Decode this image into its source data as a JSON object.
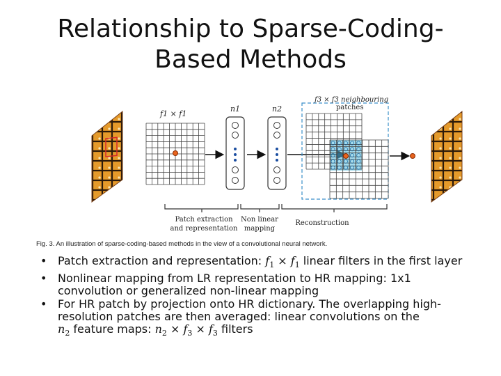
{
  "slide": {
    "title_line1": "Relationship to Sparse-Coding-",
    "title_line2": "Based Methods"
  },
  "figure": {
    "f1_label": "f1 × f1",
    "n1_label": "n1",
    "n2_label": "n2",
    "f3_label": "f3 × f3 neighbouring",
    "f3_label2": "patches",
    "stage1_line1": "Patch extraction",
    "stage1_line2": "and representation",
    "stage2_line1": "Non linear",
    "stage2_line2": "mapping",
    "stage3": "Reconstruction",
    "accent_color": "#e8641e",
    "highlight_color": "#5bc0de"
  },
  "caption": "Fig. 3. An illustration of sparse-coding-based methods in the view of a convolutional neural network.",
  "bullets": [
    {
      "pre": "Patch extraction and representation: ",
      "math": "f1 × f1",
      "post": " linear filters in the first layer"
    },
    {
      "line1": "Nonlinear mapping from LR representation to HR mapping: 1x1",
      "line2": "convolution or generalized non-linear mapping"
    },
    {
      "line1": "For HR patch by projection onto HR dictionary. The overlapping high-",
      "line2": "resolution patches are then averaged: linear convolutions on the",
      "math_pre": "n2",
      "mid": " feature maps: ",
      "math": "n2 × f3 × f3",
      "post": " filters"
    }
  ],
  "bullet_glyph": "•"
}
